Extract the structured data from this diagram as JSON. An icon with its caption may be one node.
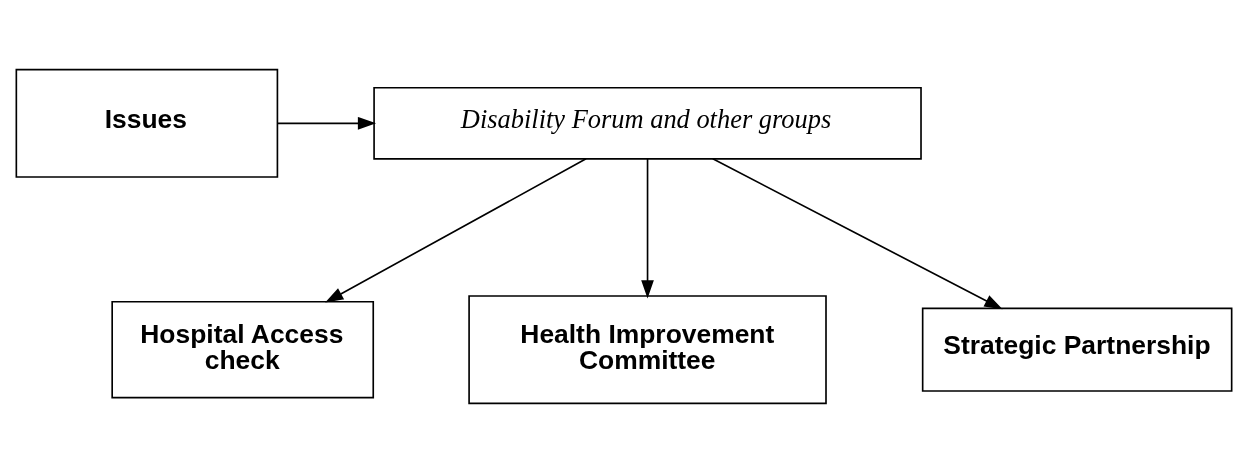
{
  "diagram": {
    "nodes": [
      {
        "text": [
          "Issues"
        ]
      },
      {
        "text": [
          "Disability Forum and other groups"
        ]
      },
      {
        "text": [
          "Hospital Access check"
        ]
      },
      {
        "text": [
          "Health Improvement Committee"
        ]
      },
      {
        "text": [
          "Strategic Partnership"
        ]
      }
    ],
    "edges": [
      {
        "from": 0,
        "to": 1,
        "arrow": "to"
      },
      {
        "from": 1,
        "to": 3,
        "arrow": "to"
      },
      {
        "from": 1,
        "to": 2,
        "arrow": "to"
      },
      {
        "from": 1,
        "to": 4,
        "arrow": "to"
      }
    ]
  }
}
